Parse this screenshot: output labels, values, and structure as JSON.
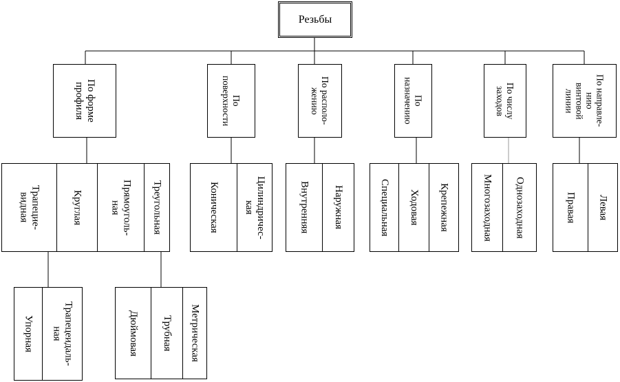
{
  "root": {
    "label": "Резьбы"
  },
  "categories": [
    {
      "id": "profile",
      "label": "По форме\nпрофиля"
    },
    {
      "id": "surface",
      "label": "По\nповерхности"
    },
    {
      "id": "location",
      "label": "По располо-\nжению"
    },
    {
      "id": "purpose",
      "label": "По\nназначению"
    },
    {
      "id": "starts",
      "label": "По числу\nзаходов"
    },
    {
      "id": "direction",
      "label": "По направле-\nнию\nвинтовой\nлинии"
    }
  ],
  "profile_types": [
    "Трапецие-\nвидная",
    "Круглая",
    "Прямоуголь-\nная",
    "Треугольная"
  ],
  "surface_types": [
    "Коническая",
    "Цилиндричес-\nкая"
  ],
  "location_types": [
    "Внутренняя",
    "Наружная"
  ],
  "purpose_types": [
    "Специальная",
    "Ходовая",
    "Крепежная"
  ],
  "starts_types": [
    "Многозаходная",
    "Однозаходная"
  ],
  "direction_types": [
    "Правая",
    "Левая"
  ],
  "trapezoid_subtypes": [
    "Упорная",
    "Трапецеидаль-\nная"
  ],
  "triangular_subtypes": [
    "Дюймовая",
    "Трубная",
    "Метрическая"
  ]
}
